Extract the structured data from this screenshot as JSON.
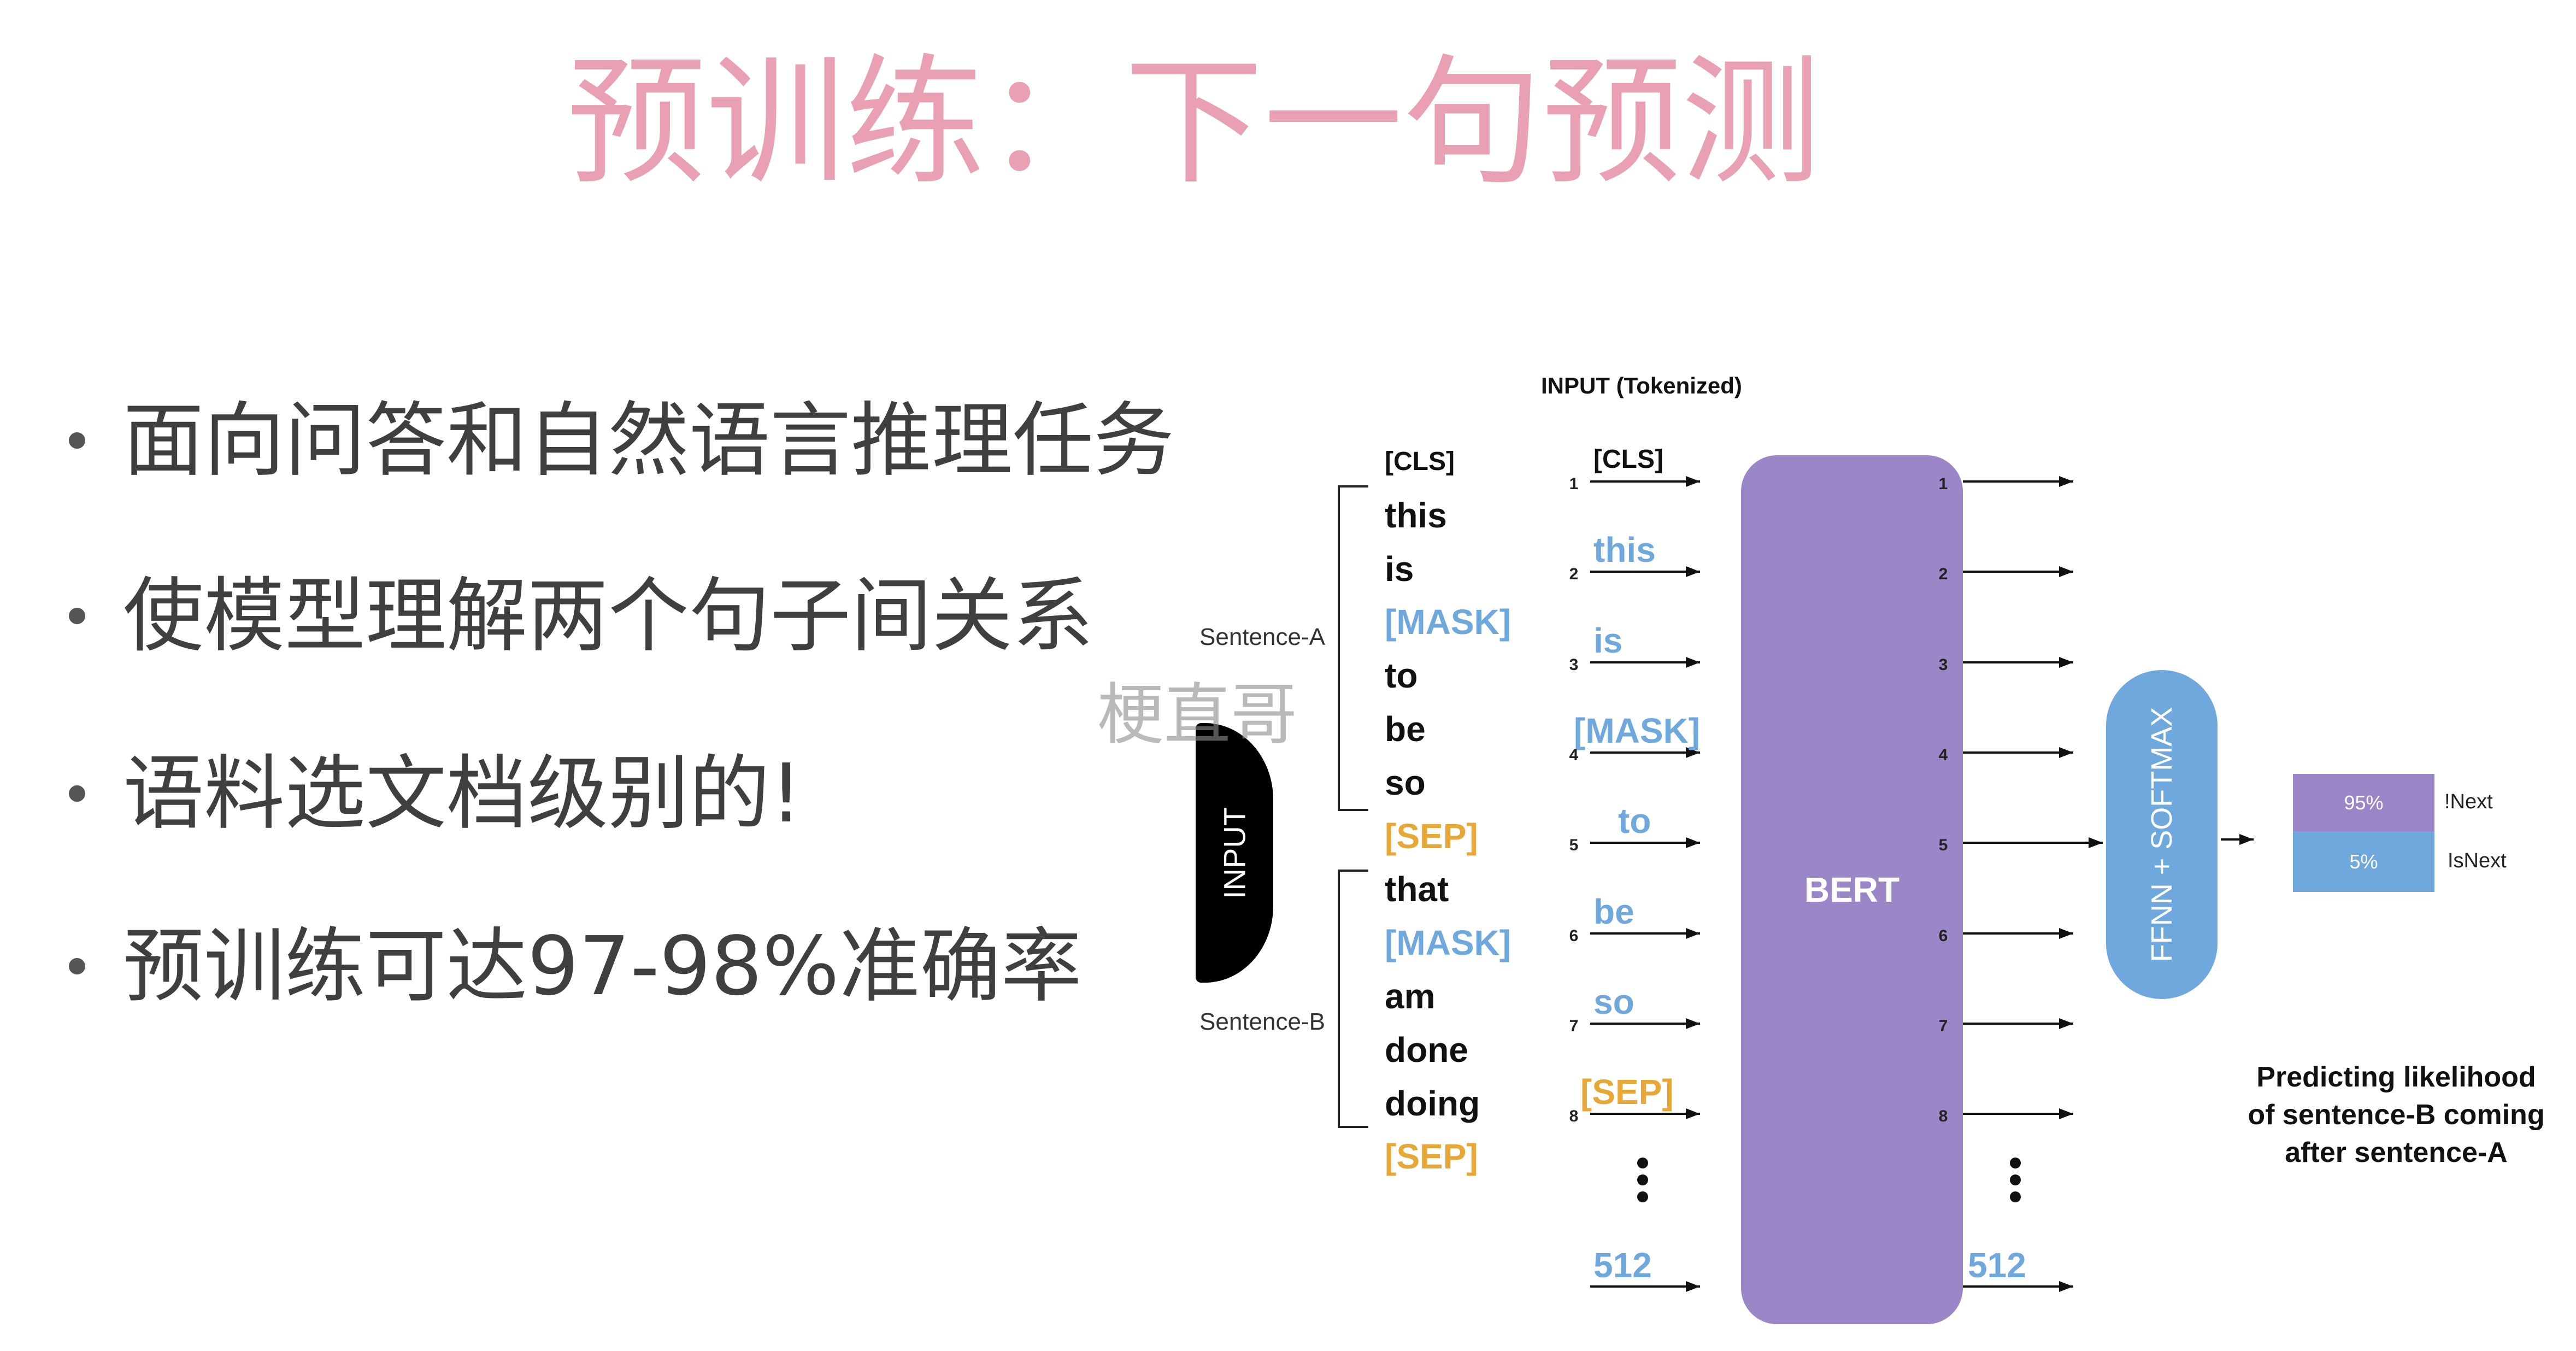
{
  "slide": {
    "title": "预训练：下一句预测",
    "bullets": [
      "面向问答和自然语言推理任务",
      "使模型理解两个句子间关系",
      "语料选文档级别的!",
      "预训练可达97-98%准确率"
    ],
    "watermark": "梗直哥"
  },
  "diagram": {
    "tokenized_heading": "INPUT (Tokenized)",
    "input_block_label": "INPUT",
    "sentence_a_label": "Sentence-A",
    "sentence_b_label": "Sentence-B",
    "raw_tokens": [
      {
        "text": "[CLS]",
        "color": "#111111"
      },
      {
        "text": "this",
        "color": "#111111"
      },
      {
        "text": "is",
        "color": "#111111"
      },
      {
        "text": "[MASK]",
        "color": "#6fa8dc"
      },
      {
        "text": "to",
        "color": "#111111"
      },
      {
        "text": "be",
        "color": "#111111"
      },
      {
        "text": "so",
        "color": "#111111"
      },
      {
        "text": "[SEP]",
        "color": "#e8a838"
      },
      {
        "text": "that",
        "color": "#111111"
      },
      {
        "text": "[MASK]",
        "color": "#6fa8dc"
      },
      {
        "text": "am",
        "color": "#111111"
      },
      {
        "text": "done",
        "color": "#111111"
      },
      {
        "text": "doing",
        "color": "#111111"
      },
      {
        "text": "[SEP]",
        "color": "#e8a838"
      }
    ],
    "tokenized_tokens": [
      {
        "index": "1",
        "text": "[CLS]",
        "color": "#111111"
      },
      {
        "index": "2",
        "text": "this",
        "color": "#6fa8dc"
      },
      {
        "index": "3",
        "text": "is",
        "color": "#6fa8dc"
      },
      {
        "index": "4",
        "text": "[MASK]",
        "color": "#6fa8dc"
      },
      {
        "index": "5",
        "text": "to",
        "color": "#6fa8dc"
      },
      {
        "index": "6",
        "text": "be",
        "color": "#6fa8dc"
      },
      {
        "index": "7",
        "text": "so",
        "color": "#6fa8dc"
      },
      {
        "index": "8",
        "text": "[SEP]",
        "color": "#e8a838"
      }
    ],
    "last_position": "512",
    "model_label": "BERT",
    "output_positions": [
      "1",
      "2",
      "3",
      "4",
      "5",
      "6",
      "7",
      "8"
    ],
    "head_label": "FFNN + SOFTMAX",
    "predictions": [
      {
        "value": "95%",
        "label": "!Next",
        "color": "#9b87c7"
      },
      {
        "value": "5%",
        "label": "IsNext",
        "color": "#6fa8dc"
      }
    ],
    "caption": [
      "Predicting likelihood",
      "of sentence-B coming",
      "after sentence-A"
    ]
  },
  "colors": {
    "title": "#e8a0b2",
    "bullet_text": "#3f3f3f",
    "ink": "#111111",
    "token_blue": "#6fa8dc",
    "token_orange": "#e8a838",
    "model_purple": "#9b87c7",
    "head_blue": "#6fa8dc",
    "input_block": "#000000"
  }
}
